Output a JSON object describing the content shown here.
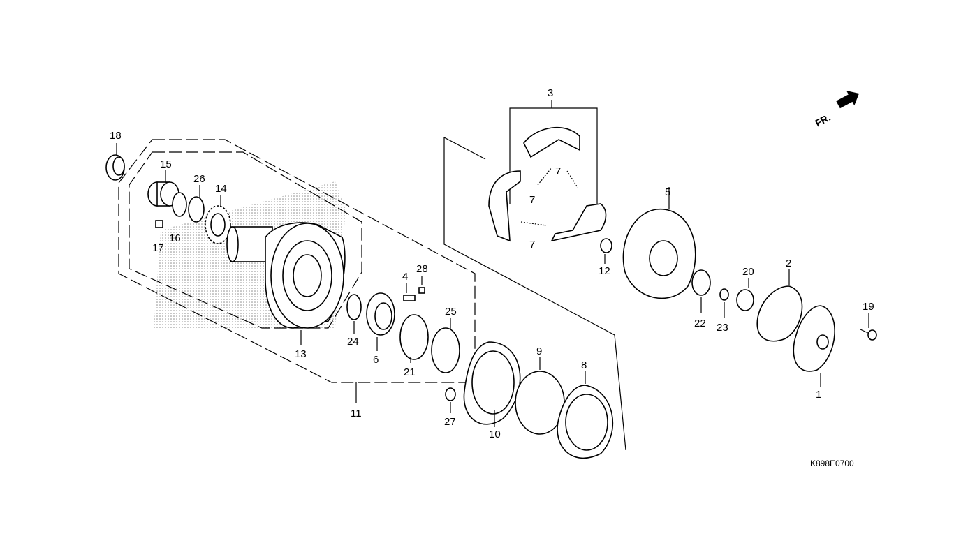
{
  "diagram": {
    "code": "K898E0700",
    "direction_label": "FR.",
    "callouts": [
      {
        "id": "p1",
        "text": "1"
      },
      {
        "id": "p2",
        "text": "2"
      },
      {
        "id": "p3",
        "text": "3"
      },
      {
        "id": "p4",
        "text": "4"
      },
      {
        "id": "p5",
        "text": "5"
      },
      {
        "id": "p6",
        "text": "6"
      },
      {
        "id": "p7a",
        "text": "7"
      },
      {
        "id": "p7b",
        "text": "7"
      },
      {
        "id": "p7c",
        "text": "7"
      },
      {
        "id": "p8",
        "text": "8"
      },
      {
        "id": "p9",
        "text": "9"
      },
      {
        "id": "p10",
        "text": "10"
      },
      {
        "id": "p11",
        "text": "11"
      },
      {
        "id": "p12",
        "text": "12"
      },
      {
        "id": "p13",
        "text": "13"
      },
      {
        "id": "p14",
        "text": "14"
      },
      {
        "id": "p15",
        "text": "15"
      },
      {
        "id": "p16",
        "text": "16"
      },
      {
        "id": "p17",
        "text": "17"
      },
      {
        "id": "p18",
        "text": "18"
      },
      {
        "id": "p19",
        "text": "19"
      },
      {
        "id": "p20",
        "text": "20"
      },
      {
        "id": "p21",
        "text": "21"
      },
      {
        "id": "p22",
        "text": "22"
      },
      {
        "id": "p23",
        "text": "23"
      },
      {
        "id": "p24",
        "text": "24"
      },
      {
        "id": "p25",
        "text": "25"
      },
      {
        "id": "p26",
        "text": "26"
      },
      {
        "id": "p27",
        "text": "27"
      },
      {
        "id": "p28",
        "text": "28"
      }
    ]
  }
}
